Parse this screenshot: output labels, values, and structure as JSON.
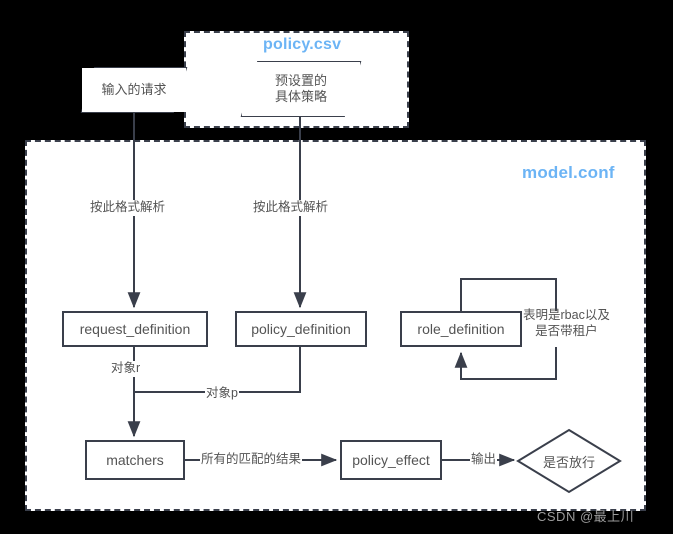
{
  "diagram": {
    "title": "Casbin model.conf / policy.csv flow",
    "containers": [
      {
        "id": "policy-csv",
        "label": "policy.csv",
        "color": "#6cb4f5"
      },
      {
        "id": "model-conf",
        "label": "model.conf",
        "color": "#6cb4f5"
      }
    ],
    "shapes": {
      "input_request": "输入的请求",
      "preset_policy": "预设置的\n具体策略",
      "request_definition": "request_definition",
      "policy_definition": "policy_definition",
      "role_definition": "role_definition",
      "matchers": "matchers",
      "policy_effect": "policy_effect",
      "decision": "是否放行"
    },
    "edges": {
      "parse_left": "按此格式解析",
      "parse_right": "按此格式解析",
      "object_r": "对象r",
      "object_p": "对象p",
      "all_matches": "所有的匹配的结果",
      "output": "输出",
      "rbac_note": "表明是rbac以及\n是否带租户"
    },
    "watermark": "CSDN @最上川",
    "colors": {
      "stroke": "#3a3f4b",
      "text": "#545454",
      "accent": "#6cb4f5",
      "background": "#ffffff",
      "page": "#000000",
      "watermark": "#9a9a9a"
    }
  }
}
